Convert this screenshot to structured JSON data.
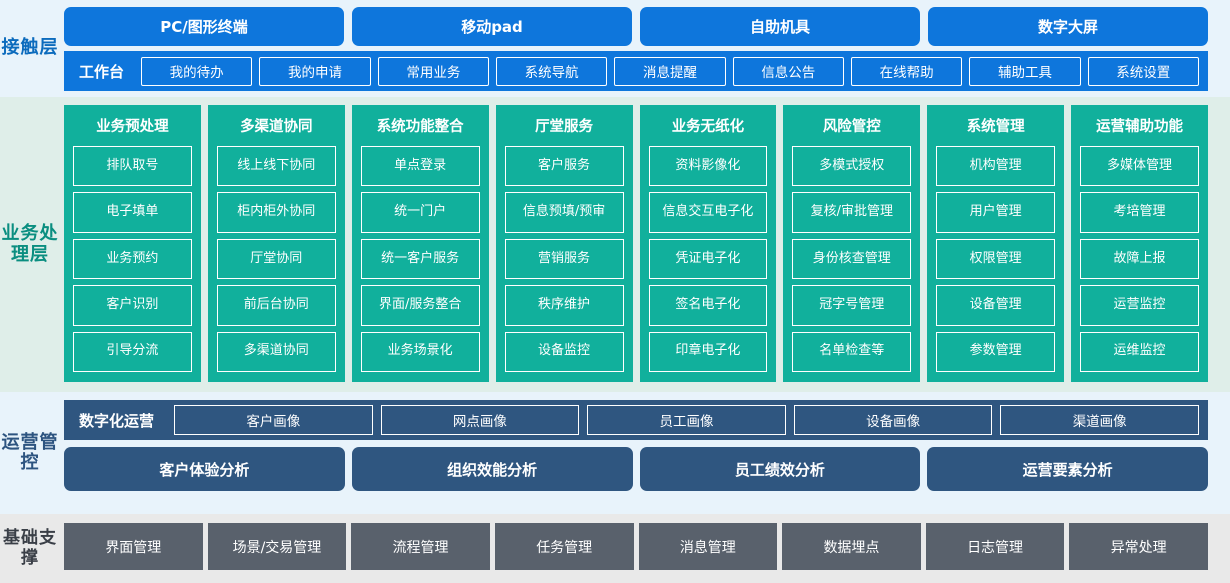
{
  "layers": {
    "contact": {
      "label": "接触层",
      "channels": [
        "PC/图形终端",
        "移动pad",
        "自助机具",
        "数字大屏"
      ],
      "workbench_title": "工作台",
      "workbench_items": [
        "我的待办",
        "我的申请",
        "常用业务",
        "系统导航",
        "消息提醒",
        "信息公告",
        "在线帮助",
        "辅助工具",
        "系统设置"
      ]
    },
    "business": {
      "label": "业务处理层",
      "columns": [
        {
          "title": "业务预处理",
          "items": [
            "排队取号",
            "电子填单",
            "业务预约",
            "客户识别",
            "引导分流"
          ]
        },
        {
          "title": "多渠道协同",
          "items": [
            "线上线下协同",
            "柜内柜外协同",
            "厅堂协同",
            "前后台协同",
            "多渠道协同"
          ]
        },
        {
          "title": "系统功能整合",
          "items": [
            "单点登录",
            "统一门户",
            "统一客户服务",
            "界面/服务整合",
            "业务场景化"
          ]
        },
        {
          "title": "厅堂服务",
          "items": [
            "客户服务",
            "信息预填/预审",
            "营销服务",
            "秩序维护",
            "设备监控"
          ]
        },
        {
          "title": "业务无纸化",
          "items": [
            "资料影像化",
            "信息交互电子化",
            "凭证电子化",
            "签名电子化",
            "印章电子化"
          ]
        },
        {
          "title": "风险管控",
          "items": [
            "多模式授权",
            "复核/审批管理",
            "身份核查管理",
            "冠字号管理",
            "名单检查等"
          ]
        },
        {
          "title": "系统管理",
          "items": [
            "机构管理",
            "用户管理",
            "权限管理",
            "设备管理",
            "参数管理"
          ]
        },
        {
          "title": "运营辅助功能",
          "items": [
            "多媒体管理",
            "考培管理",
            "故障上报",
            "运营监控",
            "运维监控"
          ]
        }
      ]
    },
    "operations": {
      "label": "运营管控",
      "digital_title": "数字化运营",
      "portraits": [
        "客户画像",
        "网点画像",
        "员工画像",
        "设备画像",
        "渠道画像"
      ],
      "analyses": [
        "客户体验分析",
        "组织效能分析",
        "员工绩效分析",
        "运营要素分析"
      ]
    },
    "foundation": {
      "label": "基础支撑",
      "items": [
        "界面管理",
        "场景/交易管理",
        "流程管理",
        "任务管理",
        "消息管理",
        "数据埋点",
        "日志管理",
        "异常处理"
      ]
    }
  },
  "colors": {
    "contact_blue": "#0e76dc",
    "contact_bg": "#e8f3fb",
    "business_green": "#11b09c",
    "business_bg": "#dfeee9",
    "operations_navy": "#2f5680",
    "operations_bg": "#e8f3fb",
    "foundation_gray": "#59616c",
    "foundation_bg": "#e9e9e9"
  }
}
